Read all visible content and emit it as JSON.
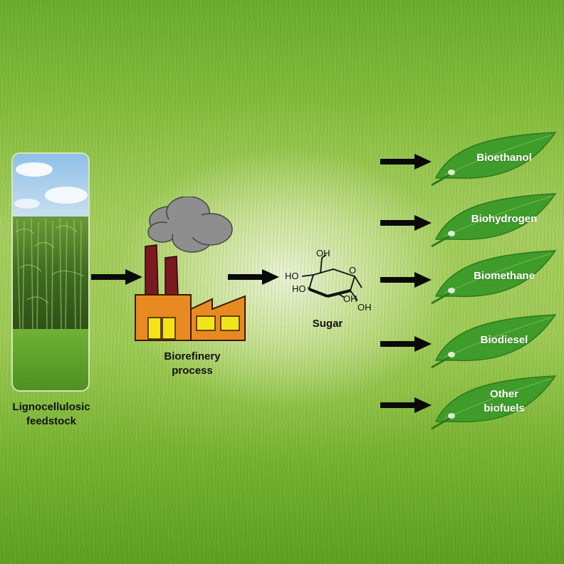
{
  "feedstock": {
    "label_line1": "Lignocellulosic",
    "label_line2": "feedstock"
  },
  "factory": {
    "label_line1": "Biorefinery",
    "label_line2": "process"
  },
  "sugar": {
    "label": "Sugar",
    "groups": {
      "oh_top": "OH",
      "ho_left": "HO",
      "ho_mid": "HO",
      "oh_mid": "OH",
      "oh_bottom": "OH"
    }
  },
  "products": [
    {
      "line1": "Bioethanol",
      "line2": ""
    },
    {
      "line1": "Biohydrogen",
      "line2": ""
    },
    {
      "line1": "Biomethane",
      "line2": ""
    },
    {
      "line1": "Biodiesel",
      "line2": ""
    },
    {
      "line1": "Other",
      "line2": "biofuels"
    }
  ],
  "colors": {
    "leaf": "#3f9b2a",
    "factory_body": "#e88a22",
    "chimney": "#7a1a20",
    "window": "#f2e41a",
    "smoke": "#8e8e8e",
    "arrow": "#0a0a0a"
  }
}
